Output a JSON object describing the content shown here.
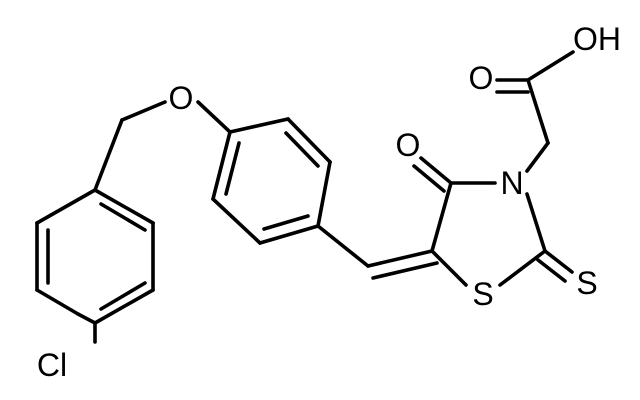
{
  "structure": {
    "atoms": {
      "chlorine": "Cl",
      "ether_oxygen": "O",
      "ring_carbonyl_oxygen": "O",
      "ring_nitrogen": "N",
      "ring_sulfur": "S",
      "thione_sulfur": "S",
      "acid_carbonyl_oxygen": "O",
      "acid_hydroxyl": "OH"
    },
    "colors": {
      "bond": "#000000",
      "label": "#000000",
      "background": "#ffffff"
    }
  }
}
